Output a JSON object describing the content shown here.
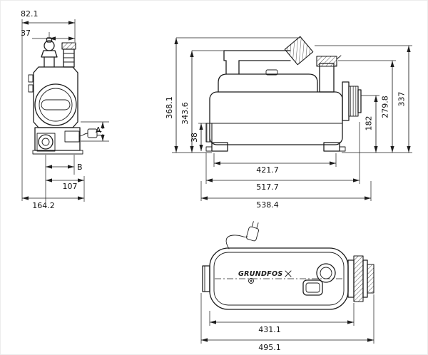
{
  "drawing": {
    "front_view": {
      "dim_top_width": "82.1",
      "dim_pipe_offset": "37",
      "label_a": "A",
      "label_b": "B",
      "dim_outlet_offset": "107",
      "dim_overall_width": "164.2"
    },
    "side_view": {
      "dim_height_pipe_top": "368.1",
      "dim_height_pipe": "343.6",
      "dim_height_outlet_low": "38",
      "dim_height_tank": "182",
      "dim_height_inlet": "279.8",
      "dim_height_overall": "337",
      "dim_length_feet": "421.7",
      "dim_length_body": "517.7",
      "dim_length_overall": "538.4"
    },
    "top_view": {
      "brand": "GRUNDFOS",
      "dim_length_tank": "431.1",
      "dim_length_overall": "495.1"
    }
  }
}
